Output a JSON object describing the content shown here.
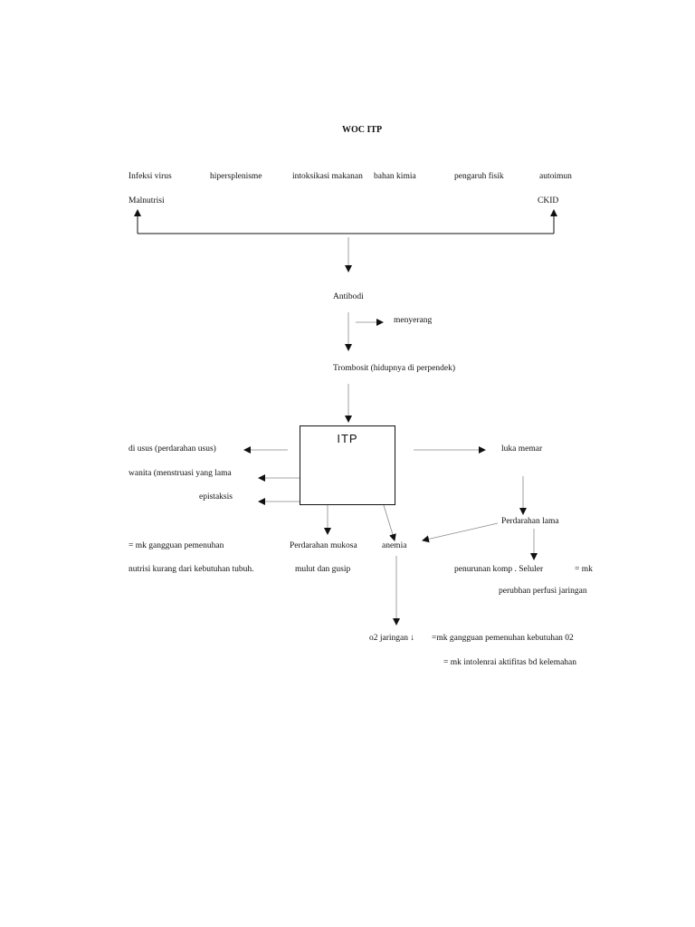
{
  "title": "WOC ITP",
  "causes": {
    "infeksi": "Infeksi virus",
    "hipersplenisme": "hipersplenisme",
    "intoksikasi": "intoksikasi makanan",
    "kimia": "bahan kimia",
    "fisik": "pengaruh fisik",
    "autoimun": "autoimun",
    "malnutrisi": "Malnutrisi",
    "ckid": "CKID"
  },
  "antibodi": "Antibodi",
  "menyerang": "menyerang",
  "trombosit": "Trombosit (hidupnya di perpendek)",
  "itp_box": "ITP",
  "left_effects": {
    "usus": "di usus (perdarahan usus)",
    "wanita": "wanita (menstruasi yang lama",
    "epistaksis": "epistaksis"
  },
  "right_effects": {
    "luka": "luka memar",
    "perdarahan_lama": "Perdarahan lama"
  },
  "diagnoses": {
    "mk_nutrisi_1": "= mk gangguan pemenuhan",
    "mk_nutrisi_2": "nutrisi kurang dari kebutuhan tubuh.",
    "mukosa_1": "Perdarahan mukosa",
    "mukosa_2": "mulut dan gusip",
    "anemia": "anemia",
    "penurunan": "penurunan komp . Seluler",
    "mk_perfusi_1": "= mk",
    "mk_perfusi_2": "perubhan perfusi jaringan",
    "o2": "o2 jaringan ↓",
    "mk_o2": "=mk gangguan pemenuhan kebutuhan 02",
    "mk_intoleransi": "= mk intolenrai aktifitas bd kelemahan"
  }
}
